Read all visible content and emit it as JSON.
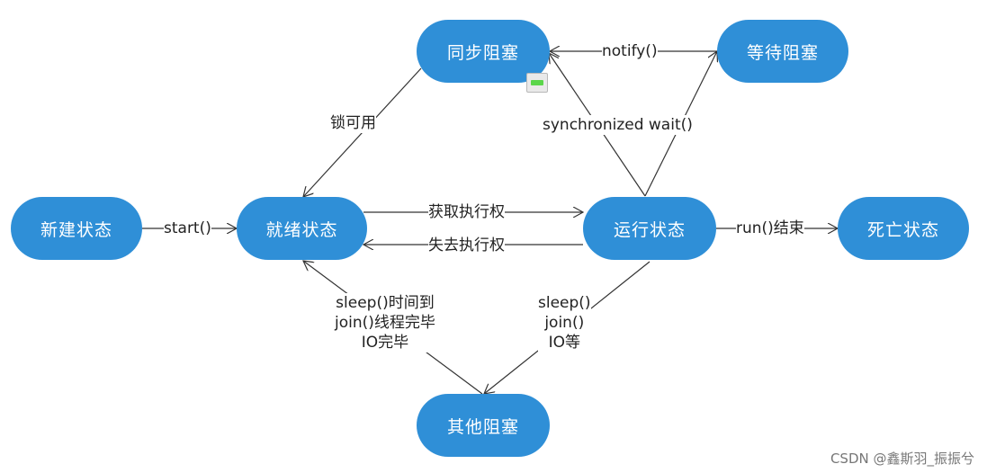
{
  "nodes": {
    "new": "新建状态",
    "ready": "就绪状态",
    "running": "运行状态",
    "dead": "死亡状态",
    "sync_block": "同步阻塞",
    "wait_block": "等待阻塞",
    "other_block": "其他阻塞"
  },
  "edges": {
    "start": "start()",
    "acquire_cpu": "获取执行权",
    "lose_cpu": "失去执行权",
    "run_end": "run()结束",
    "lock_available": "锁可用",
    "notify": "notify()",
    "sync_wait": "synchronized wait()",
    "sleep_join_io": [
      "sleep()",
      "join()",
      "IO等"
    ],
    "unblock_conditions": [
      "sleep()时间到",
      "join()线程完毕",
      "IO完毕"
    ]
  },
  "watermark": "CSDN @鑫斯羽_振振兮",
  "colors": {
    "node_fill": "#2f8fd7",
    "node_text": "#ffffff",
    "edge": "#333333"
  }
}
